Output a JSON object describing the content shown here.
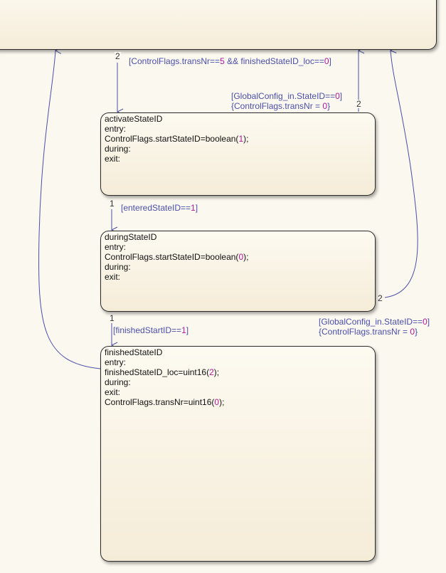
{
  "states": {
    "parent": {},
    "activate": {
      "name": "activateStateID",
      "entry": "entry:",
      "action_pre": "ControlFlags.startStateID=boolean(",
      "action_num": "1",
      "action_post": ");",
      "during": "during:",
      "exit": "exit:"
    },
    "during": {
      "name": "duringStateID",
      "entry": "entry:",
      "action_pre": "ControlFlags.startStateID=boolean(",
      "action_num": "0",
      "action_post": ");",
      "during": "during:",
      "exit": "exit:"
    },
    "finished": {
      "name": "finishedStateID",
      "entry": "entry:",
      "action_pre": "finishedStateID_loc=uint16(",
      "action_num": "2",
      "action_post": ");",
      "during": "during:",
      "exit": "exit:",
      "exit_action_pre": "ControlFlags.transNr=uint16(",
      "exit_action_num": "0",
      "exit_action_post": ");"
    }
  },
  "transitions": {
    "t_parent_to_activate": {
      "priority": "2",
      "label_a": "[ControlFlags.transNr==",
      "label_num1": "5",
      "label_b": " && finishedStateID_loc==",
      "label_num2": "0",
      "label_c": "]"
    },
    "t_activate_to_parent": {
      "priority": "2",
      "cond_a": "[GlobalConfig_in.StateID==",
      "cond_num": "0",
      "cond_b": "]",
      "action_a": "{ControlFlags.transNr = ",
      "action_num": "0",
      "action_b": "}"
    },
    "t_activate_to_during": {
      "priority": "1",
      "label_a": "[enteredStateID==",
      "label_num": "1",
      "label_b": "]"
    },
    "t_during_to_parent": {
      "priority": "2",
      "cond_a": "[GlobalConfig_in.StateID==",
      "cond_num": "0",
      "cond_b": "]",
      "action_a": "{ControlFlags.transNr = ",
      "action_num": "0",
      "action_b": "}"
    },
    "t_during_to_finished": {
      "priority": "1",
      "label_a": "[finishedStartID==",
      "label_num": "1",
      "label_b": "]"
    },
    "t_finished_to_parent": {}
  },
  "colors": {
    "background": "#fbf8ef",
    "transition_line": "#4a4fa8",
    "label_text": "#4a4fa8",
    "numeric_literal": "#b0179b",
    "state_border": "#2b2b2b"
  }
}
